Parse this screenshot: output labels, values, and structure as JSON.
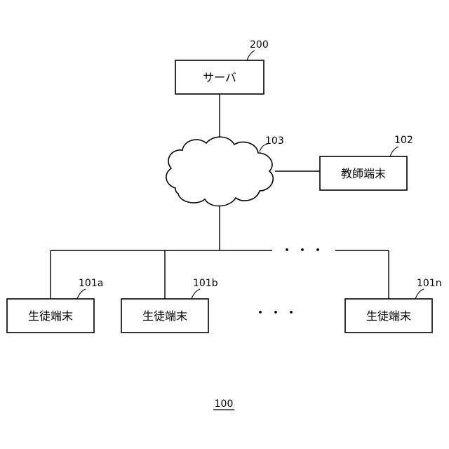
{
  "diagram": {
    "server": {
      "label": "サーバ",
      "ref": "200"
    },
    "network": {
      "ref": "103"
    },
    "teacher_terminal": {
      "label": "教師端末",
      "ref": "102"
    },
    "student_terminals": [
      {
        "label": "生徒端末",
        "ref": "101a"
      },
      {
        "label": "生徒端末",
        "ref": "101b"
      },
      {
        "label": "生徒端末",
        "ref": "101n"
      }
    ],
    "ellipsis_bus": "・・・",
    "ellipsis_terminals": "・・・",
    "system_ref": "100"
  }
}
